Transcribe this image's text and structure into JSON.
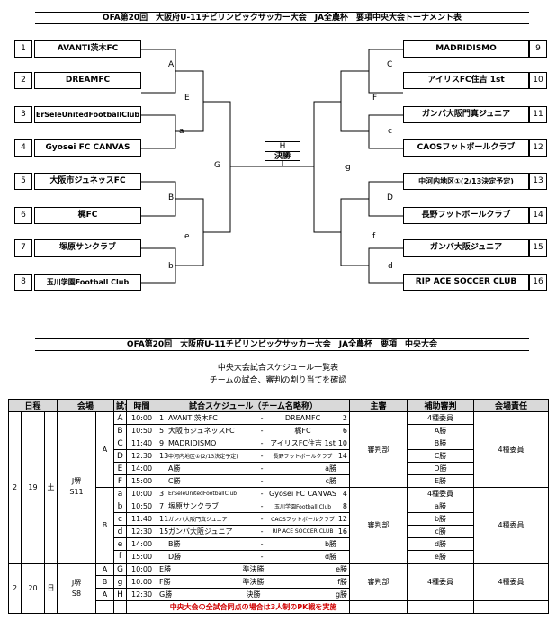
{
  "tournament": {
    "title": "OFA第20回　大阪府U-11チビリンピックサッカー大会　JA全農杯　要項中央大会トーナメント表",
    "left_teams": [
      {
        "num": "1",
        "name": "AVANTI茨木FC"
      },
      {
        "num": "2",
        "name": "DREAMFC"
      },
      {
        "num": "3",
        "name": "ErSeleUnitedFootballClub"
      },
      {
        "num": "4",
        "name": "Gyosei FC CANVAS"
      },
      {
        "num": "5",
        "name": "大阪市ジュネッスFC"
      },
      {
        "num": "6",
        "name": "梶FC"
      },
      {
        "num": "7",
        "name": "塚原サンクラブ"
      },
      {
        "num": "8",
        "name": "玉川学園Football Club"
      }
    ],
    "right_teams": [
      {
        "num": "9",
        "name": "MADRIDISMO"
      },
      {
        "num": "10",
        "name": "アイリスFC住吉 1st"
      },
      {
        "num": "11",
        "name": "ガンバ大阪門真ジュニア"
      },
      {
        "num": "12",
        "name": "CAOSフットボールクラブ"
      },
      {
        "num": "13",
        "name": "中河内地区①(2/13決定予定)"
      },
      {
        "num": "14",
        "name": "長野フットボールクラブ"
      },
      {
        "num": "15",
        "name": "ガンバ大阪ジュニア"
      },
      {
        "num": "16",
        "name": "RIP ACE SOCCER CLUB"
      }
    ],
    "bracket_labels": {
      "A": "A",
      "a": "a",
      "B": "B",
      "b": "b",
      "E": "E",
      "e": "e",
      "G": "G",
      "C": "C",
      "c": "c",
      "D": "D",
      "d": "d",
      "F": "F",
      "f": "f",
      "g": "g"
    },
    "final_label": "H",
    "final_text": "決勝"
  },
  "schedule": {
    "title": "OFA第20回　大阪府U-11チビリンピックサッカー大会　JA全農杯　要項　中央大会",
    "subtitle1": "中央大会試合スケジュール一覧表",
    "subtitle2": "チームの試合、審判の割り当てを確認",
    "headers": {
      "date": "日程",
      "venue": "会場",
      "court": "試合番号",
      "time": "時間",
      "schedule": "試合スケジュール（チーム名略称）",
      "referee": "主審",
      "assistant": "補助審判",
      "responsible": "会場責任"
    },
    "day1": {
      "month": "2",
      "day": "19",
      "weekday": "土",
      "venue": "J堺\nS11",
      "court_A": "A",
      "court_B": "B",
      "referee_A": "審判部",
      "referee_B": "審判部",
      "responsible_A": "4種委員",
      "responsible_B": "4種委員",
      "rows_A": [
        {
          "game": "A",
          "time": "10:00",
          "n1": "1",
          "t1": "AVANTI茨木FC",
          "vs": "-",
          "t2": "DREAMFC",
          "n2": "2",
          "assist": "4種委員"
        },
        {
          "game": "B",
          "time": "10:50",
          "n1": "5",
          "t1": "大阪市ジュネッスFC",
          "vs": "-",
          "t2": "梶FC",
          "n2": "6",
          "assist": "A勝"
        },
        {
          "game": "C",
          "time": "11:40",
          "n1": "9",
          "t1": "MADRIDISMO",
          "vs": "-",
          "t2": "アイリスFC住吉 1st",
          "n2": "10",
          "assist": "B勝"
        },
        {
          "game": "D",
          "time": "12:30",
          "n1": "13",
          "t1": "中河内地区①(2/13決定予定)",
          "vs": "-",
          "t2": "長野フットボールクラブ",
          "n2": "14",
          "assist": "C勝"
        },
        {
          "game": "E",
          "time": "14:00",
          "n1": "",
          "t1": "A勝",
          "vs": "-",
          "t2": "a勝",
          "n2": "",
          "assist": "D勝"
        },
        {
          "game": "F",
          "time": "15:00",
          "n1": "",
          "t1": "C勝",
          "vs": "-",
          "t2": "c勝",
          "n2": "",
          "assist": "E勝"
        }
      ],
      "rows_B": [
        {
          "game": "a",
          "time": "10:00",
          "n1": "3",
          "t1": "ErSeleUnitedFootballClub",
          "vs": "-",
          "t2": "Gyosei FC CANVAS",
          "n2": "4",
          "assist": "4種委員"
        },
        {
          "game": "b",
          "time": "10:50",
          "n1": "7",
          "t1": "塚原サンクラブ",
          "vs": "-",
          "t2": "玉川学園Football Club",
          "n2": "8",
          "assist": "a勝"
        },
        {
          "game": "c",
          "time": "11:40",
          "n1": "11",
          "t1": "ガンバ大阪門真ジュニア",
          "vs": "-",
          "t2": "CAOSフットボールクラブ",
          "n2": "12",
          "assist": "b勝"
        },
        {
          "game": "d",
          "time": "12:30",
          "n1": "15",
          "t1": "ガンバ大阪ジュニア",
          "vs": "-",
          "t2": "RIP ACE SOCCER CLUB",
          "n2": "16",
          "assist": "c勝"
        },
        {
          "game": "e",
          "time": "14:00",
          "n1": "",
          "t1": "B勝",
          "vs": "-",
          "t2": "b勝",
          "n2": "",
          "assist": "d勝"
        },
        {
          "game": "f",
          "time": "15:00",
          "n1": "",
          "t1": "D勝",
          "vs": "-",
          "t2": "d勝",
          "n2": "",
          "assist": "e勝"
        }
      ]
    },
    "day2": {
      "month": "2",
      "day": "20",
      "weekday": "日",
      "venue": "J堺\nS8",
      "referee": "審判部",
      "assist": "4種委員",
      "responsible": "4種委員",
      "rows": [
        {
          "court": "A",
          "game": "G",
          "time": "10:00",
          "t1": "E勝",
          "mid": "準決勝",
          "t2": "e勝"
        },
        {
          "court": "B",
          "game": "g",
          "time": "10:00",
          "t1": "F勝",
          "mid": "準決勝",
          "t2": "f勝"
        },
        {
          "court": "A",
          "game": "H",
          "time": "12:30",
          "t1": "G勝",
          "mid": "決勝",
          "t2": "g勝"
        }
      ],
      "note": "中央大会の全試合同点の場合は3人制のPK戦を実施"
    }
  }
}
